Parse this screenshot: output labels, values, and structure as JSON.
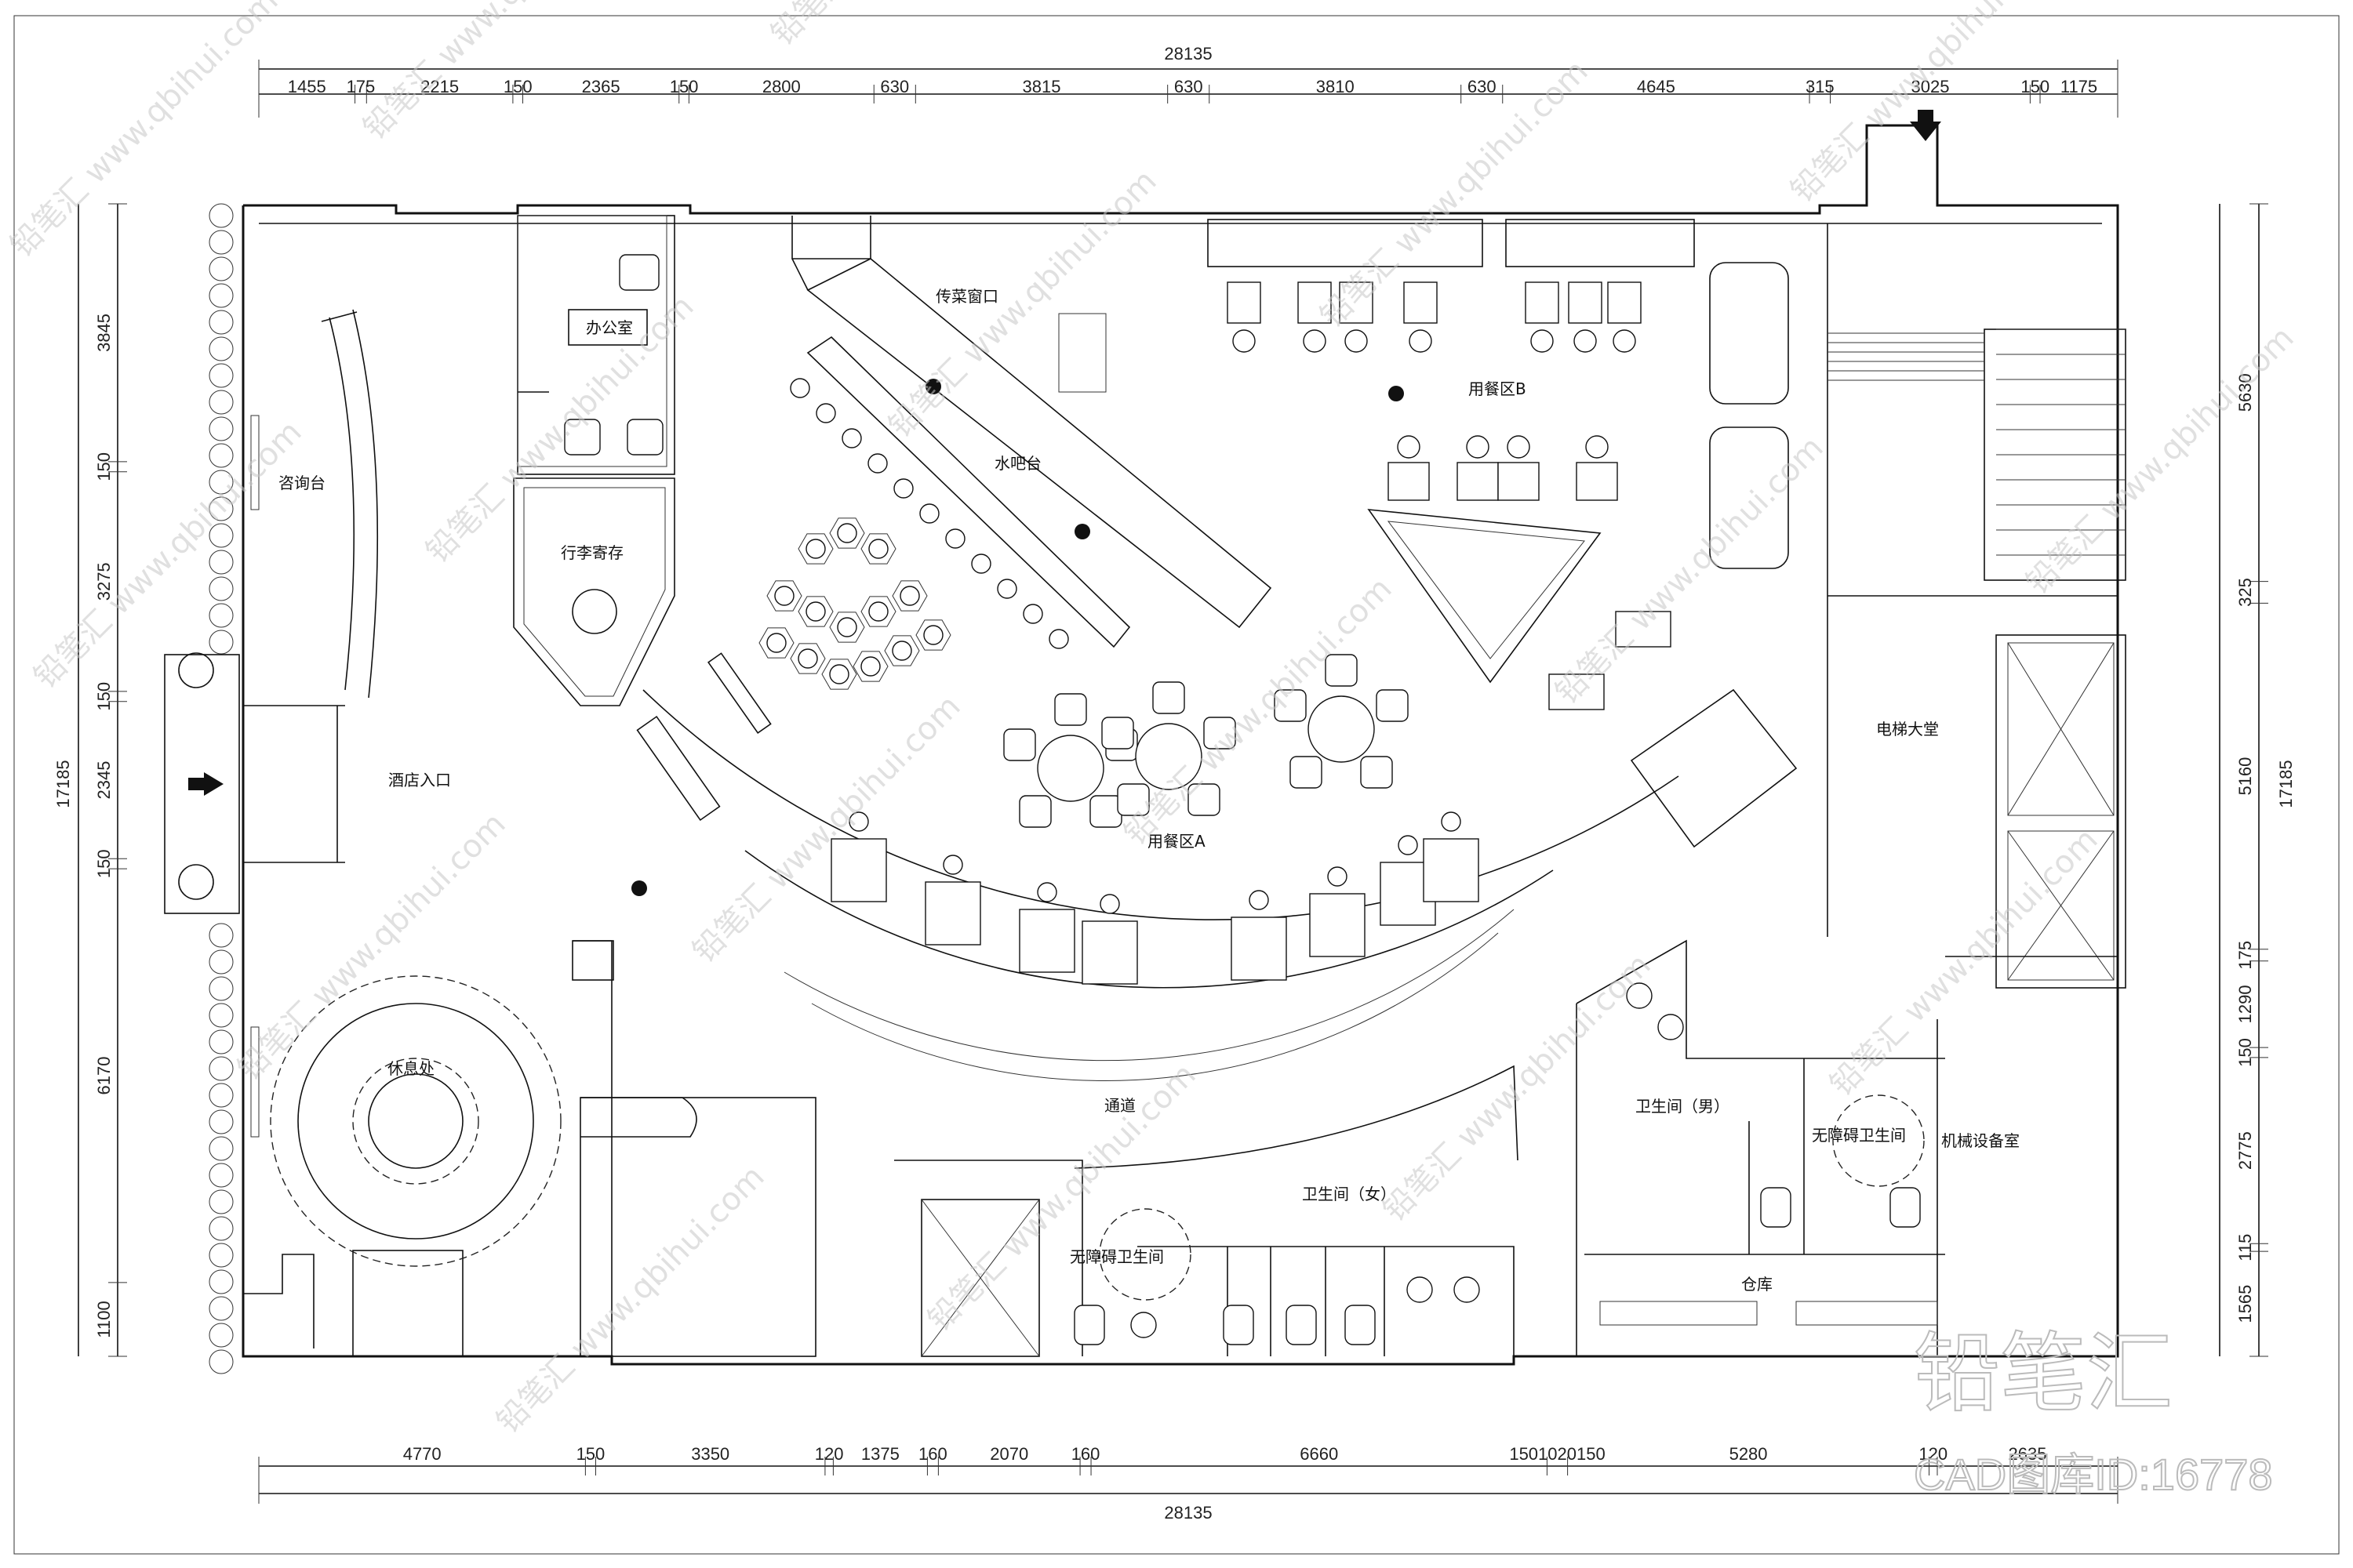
{
  "dims": {
    "top_total": "28135",
    "top": [
      "1455",
      "175",
      "2215",
      "150",
      "2365",
      "150",
      "2800",
      "630",
      "3815",
      "630",
      "3810",
      "630",
      "4645",
      "315",
      "3025",
      "150",
      "1175"
    ],
    "bottom_total": "28135",
    "bottom": [
      "4770",
      "150",
      "3350",
      "120",
      "1375",
      "160",
      "2070",
      "160",
      "6660",
      "1501020150",
      "5280",
      "120",
      "2635"
    ],
    "left_total": "17185",
    "left": [
      "3845",
      "150",
      "3275",
      "150",
      "2345",
      "150",
      "6170",
      "1100"
    ],
    "right_total": "17185",
    "right": [
      "5630",
      "325",
      "5160",
      "175",
      "1290",
      "150",
      "2775",
      "115",
      "1565"
    ]
  },
  "rooms": {
    "office": "办公室",
    "luggage": "行李寄存",
    "concierge": "咨询台",
    "entrance": "酒店入口",
    "lounge": "休息处",
    "serving_window": "传菜窗口",
    "water_bar": "水吧台",
    "dining_a": "用餐区A",
    "dining_b": "用餐区B",
    "elevator_hall": "电梯大堂",
    "corridor": "通道",
    "womens_wc": "卫生间（女）",
    "accessible_wc_1": "无障碍卫生间",
    "mens_wc": "卫生间（男）",
    "accessible_wc_2": "无障碍卫生间",
    "machine_room": "机械设备室",
    "storage": "仓库"
  },
  "watermark": {
    "text": "铅笔汇 www.qbihui.com",
    "brand": "铅笔汇",
    "id": "CAD图库ID:16778"
  }
}
